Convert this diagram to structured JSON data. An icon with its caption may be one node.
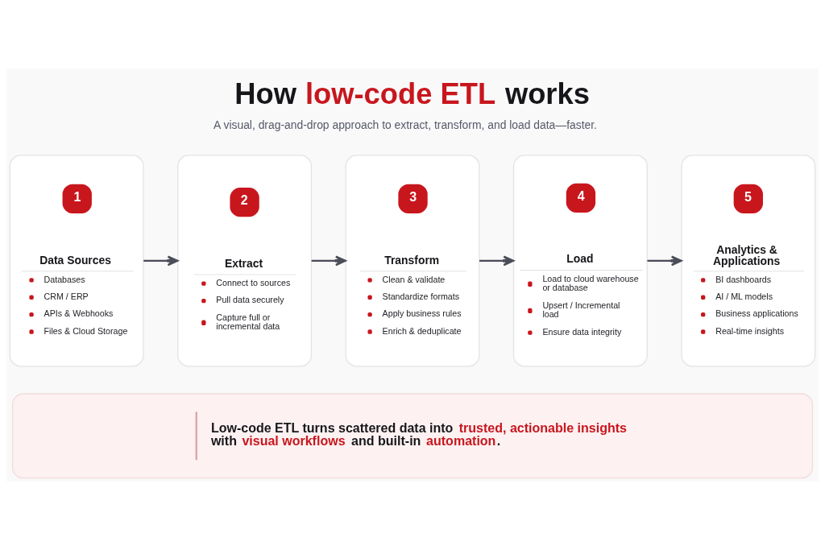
{
  "diagram": {
    "title": "How **low-code ETL** works",
    "caption": "A visual, drag-and-drop approach to extract, transform, and load data—faster.",
    "nodes": [
      {
        "text": [
          "1",
          "Data Sources",
          "Databases",
          "CRM / ERP",
          "APIs & Webhooks",
          "Files & Cloud Storage"
        ]
      },
      {
        "text": [
          "2",
          "Extract",
          "Connect to sources",
          "Pull data securely",
          "Capture full or incremental data"
        ]
      },
      {
        "text": [
          "3",
          "Transform",
          "Clean & validate",
          "Standardize formats",
          "Apply business rules",
          "Enrich & deduplicate"
        ]
      },
      {
        "text": [
          "4",
          "Load",
          "Load to cloud warehouse or database",
          "Upsert / Incremental load",
          "Ensure data integrity"
        ]
      },
      {
        "text": [
          "5",
          "Analytics & Applications",
          "BI dashboards",
          "AI / ML models",
          "Business applications",
          "Real-time insights"
        ]
      },
      {
        "text": [
          "Low-code ETL turns scattered data into **trusted, actionable insights** with **visual workflows** and built-in **automation**."
        ]
      }
    ],
    "edges": [
      {
        "from": 0,
        "to": 1,
        "arrow": "to"
      },
      {
        "from": 1,
        "to": 2,
        "arrow": "to"
      },
      {
        "from": 2,
        "to": 3,
        "arrow": "to"
      },
      {
        "from": 3,
        "to": 4,
        "arrow": "to"
      }
    ]
  }
}
